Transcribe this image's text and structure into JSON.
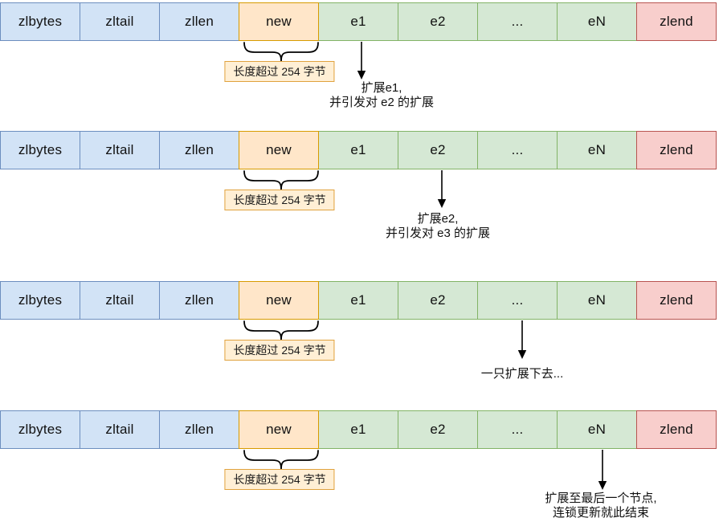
{
  "note_label": "长度超过 254 字节",
  "cells": [
    {
      "label": "zlbytes",
      "color": "blue"
    },
    {
      "label": "zltail",
      "color": "blue"
    },
    {
      "label": "zllen",
      "color": "blue"
    },
    {
      "label": "new",
      "color": "orange"
    },
    {
      "label": "e1",
      "color": "green"
    },
    {
      "label": "e2",
      "color": "green"
    },
    {
      "label": "...",
      "color": "green"
    },
    {
      "label": "eN",
      "color": "green"
    },
    {
      "label": "zlend",
      "color": "red"
    }
  ],
  "rows": [
    {
      "arrow_from": "e1",
      "annotation": [
        "扩展e1,",
        "并引发对 e2 的扩展"
      ]
    },
    {
      "arrow_from": "e2",
      "annotation": [
        "扩展e2,",
        "并引发对 e3 的扩展"
      ]
    },
    {
      "arrow_from": "...",
      "annotation": [
        "一只扩展下去..."
      ]
    },
    {
      "arrow_from": "eN",
      "annotation": [
        "扩展至最后一个节点,",
        "连锁更新就此结束"
      ]
    }
  ],
  "colors": {
    "blue_fill": "#d2e3f6",
    "blue_stroke": "#6c8ebf",
    "green_fill": "#d5e8d4",
    "green_stroke": "#82b366",
    "red_fill": "#f8cecc",
    "red_stroke": "#b85450",
    "orange_fill": "#ffe6c9",
    "orange_stroke": "#d79b00",
    "note_fill": "#ffefd5",
    "note_stroke": "#e0a23e",
    "line": "#000000"
  }
}
